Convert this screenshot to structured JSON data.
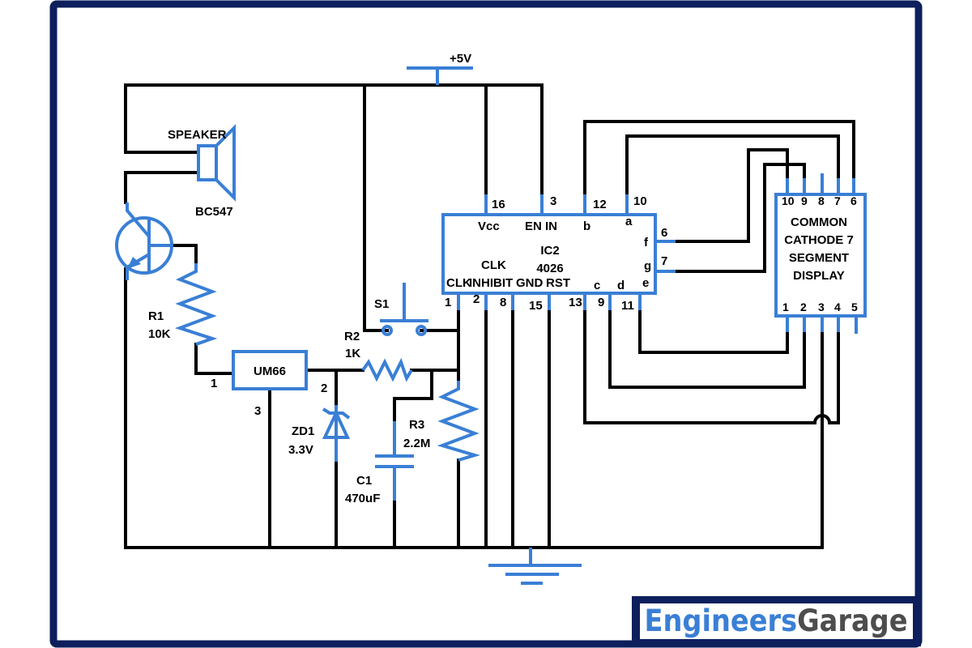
{
  "supply_label": "+5V",
  "speaker_label": "SPEAKER",
  "transistor_label": "BC547",
  "r1": {
    "name": "R1",
    "value": "10K"
  },
  "r2": {
    "name": "R2",
    "value": "1K"
  },
  "r3": {
    "name": "R3",
    "value": "2.2M"
  },
  "c1": {
    "name": "C1",
    "value": "470uF"
  },
  "zd1": {
    "name": "ZD1",
    "value": "3.3V"
  },
  "s1_label": "S1",
  "um66": {
    "name": "UM66",
    "pins": [
      "1",
      "2",
      "3"
    ]
  },
  "ic2": {
    "name": "IC2",
    "part": "4026",
    "top_pin_numbers": [
      "16",
      "3",
      "12",
      "10"
    ],
    "top_pin_names": [
      "Vcc",
      "EN IN",
      "b",
      "a"
    ],
    "right_pin_numbers": [
      "6",
      "7"
    ],
    "right_pin_names": [
      "f",
      "g"
    ],
    "bottom_pin_numbers": [
      "1",
      "2",
      "8",
      "15",
      "13",
      "9",
      "11"
    ],
    "bottom_pin_names": [
      "CLK",
      "CLK",
      "INHIBIT",
      "GND",
      "RST",
      "c",
      "d",
      "e"
    ]
  },
  "display": {
    "title_lines": [
      "COMMON",
      "CATHODE 7",
      "SEGMENT",
      "DISPLAY"
    ],
    "top_pins": [
      "10",
      "9",
      "8",
      "7",
      "6"
    ],
    "bottom_pins": [
      "1",
      "2",
      "3",
      "4",
      "5"
    ]
  },
  "brand": {
    "part1": "Engineers",
    "part2": "Garage",
    "color1": "#3a7fd5",
    "color2": "#4d4d4d"
  },
  "colors": {
    "frame": "#0d1f5c",
    "component": "#3a7fd5",
    "wire": "#000000"
  }
}
